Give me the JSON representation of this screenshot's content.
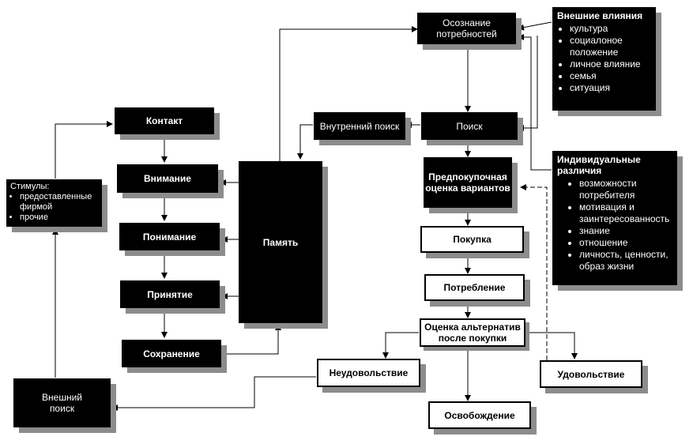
{
  "nodes": {
    "osoznanie": "Осознание потребностей",
    "vneshnie_title": "Внешние влияния",
    "vneshnie_items": [
      "культура",
      "социалоное положение",
      "личное влияние",
      "семья",
      "ситуация"
    ],
    "poisk": "Поиск",
    "vnutrenniy": "Внутренний поиск",
    "kontakt": "Контакт",
    "vnimanie": "Внимание",
    "ponimanie": "Понимание",
    "prinyatie": "Принятие",
    "sokhranenie": "Сохранение",
    "pamyat": "Память",
    "stimuly_title": "Стимулы:",
    "stimuly_items": [
      "предоставленные фирмой",
      "прочие"
    ],
    "vneshniy_poisk": "Внешний поиск",
    "predpokupochnaya": "Предпокупочная оценка вариантов",
    "individ_title": "Индивидуальные различия",
    "individ_items": [
      "возможности потребителя",
      "мотивация и заинтересованность",
      "знание",
      "отношение",
      "личность, ценности, образ жизни"
    ],
    "pokupka": "Покупка",
    "potreblenie": "Потребление",
    "otsenka": "Оценка альтернатив после покупки",
    "neudovolstvie": "Неудовольствие",
    "udovolstvie": "Удовольствие",
    "osvobozhdenie": "Освобождение"
  },
  "colors": {
    "box_fill": "#000000",
    "shadow": "#8c8c8c",
    "line": "#000000"
  }
}
